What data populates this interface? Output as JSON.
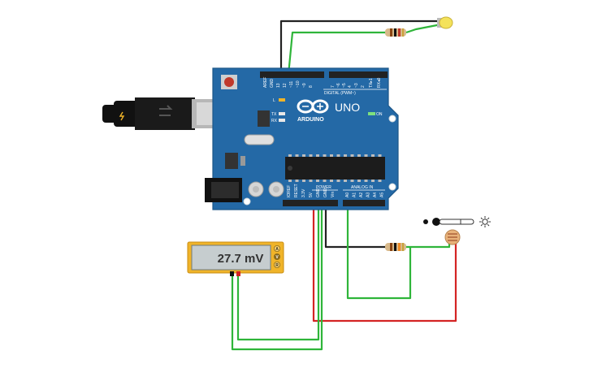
{
  "board": {
    "brand": "ARDUINO",
    "model": "UNO",
    "digital_header_label": "DIGITAL (PWM~)",
    "power_header_label": "POWER",
    "analog_header_label": "ANALOG IN",
    "on_label": "ON",
    "led_l_label": "L",
    "led_tx_label": "TX",
    "led_rx_label": "RX",
    "digital_pins": [
      "AREF",
      "GND",
      "13",
      "12",
      "~11",
      "~10",
      "~9",
      "8",
      "7",
      "~6",
      "~5",
      "4",
      "~3",
      "2",
      "TX▸1",
      "RX◂0"
    ],
    "power_pins": [
      "IOREF",
      "RESET",
      "3.3V",
      "5V",
      "GND",
      "GND",
      "Vin"
    ],
    "analog_pins": [
      "A0",
      "A1",
      "A2",
      "A3",
      "A4",
      "A5"
    ]
  },
  "multimeter": {
    "reading": "27.7 mV",
    "modes": [
      "A",
      "V",
      "R"
    ]
  },
  "colors": {
    "board": "#2469a6",
    "wire_green": "#2fb53a",
    "wire_red": "#d42424",
    "wire_black": "#222222",
    "multimeter_body": "#f0b429",
    "led": "#f4e25a"
  },
  "icons": {
    "temperature": "thermometer-icon",
    "light": "sun-icon"
  }
}
